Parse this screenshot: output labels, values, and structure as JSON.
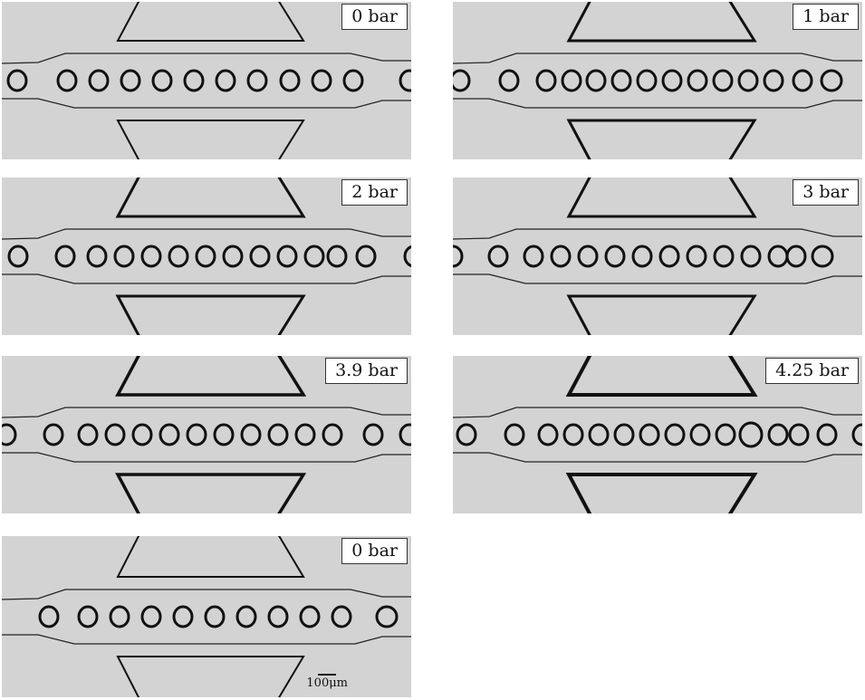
{
  "panels": [
    {
      "label": "0 bar"
    },
    {
      "label": "1 bar"
    },
    {
      "label": "2 bar"
    },
    {
      "label": "3 bar"
    },
    {
      "label": "3.9 bar"
    },
    {
      "label": "4.25 bar"
    },
    {
      "label": "0 bar"
    }
  ],
  "scale_bar": {
    "label": "100μm"
  }
}
